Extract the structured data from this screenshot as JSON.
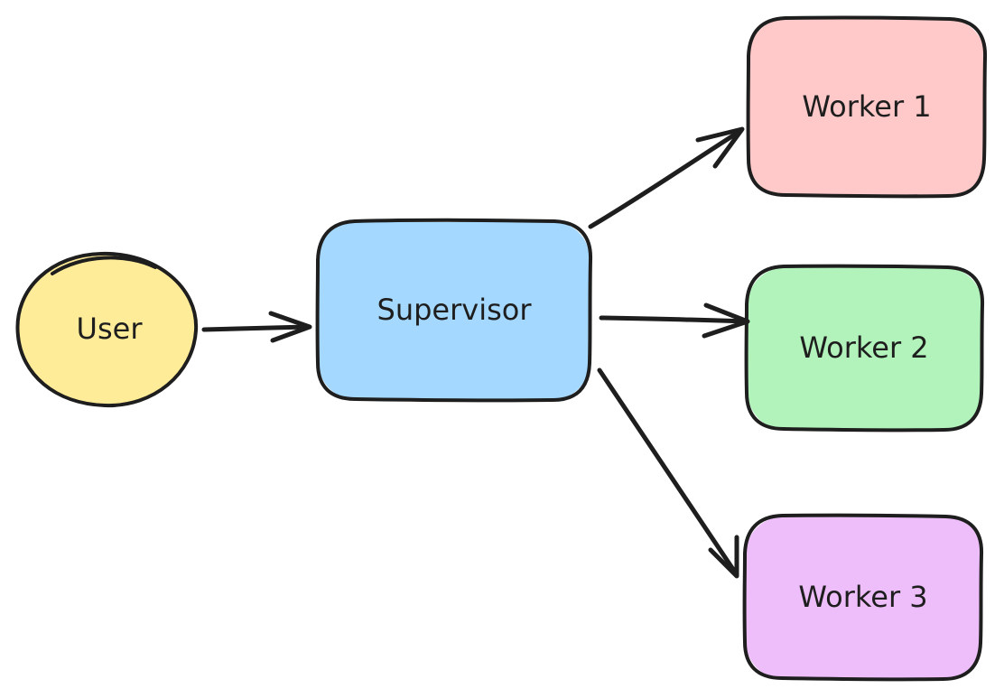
{
  "nodes": {
    "user": {
      "label": "User",
      "fill": "#ffec99"
    },
    "supervisor": {
      "label": "Supervisor",
      "fill": "#a5d8ff"
    },
    "worker1": {
      "label": "Worker 1",
      "fill": "#ffc9c9"
    },
    "worker2": {
      "label": "Worker 2",
      "fill": "#b2f2bb"
    },
    "worker3": {
      "label": "Worker 3",
      "fill": "#eebefa"
    }
  },
  "edges": [
    {
      "from": "user",
      "to": "supervisor"
    },
    {
      "from": "supervisor",
      "to": "worker1"
    },
    {
      "from": "supervisor",
      "to": "worker2"
    },
    {
      "from": "supervisor",
      "to": "worker3"
    }
  ],
  "colors": {
    "stroke": "#1e1e1e",
    "background": "#ffffff"
  }
}
